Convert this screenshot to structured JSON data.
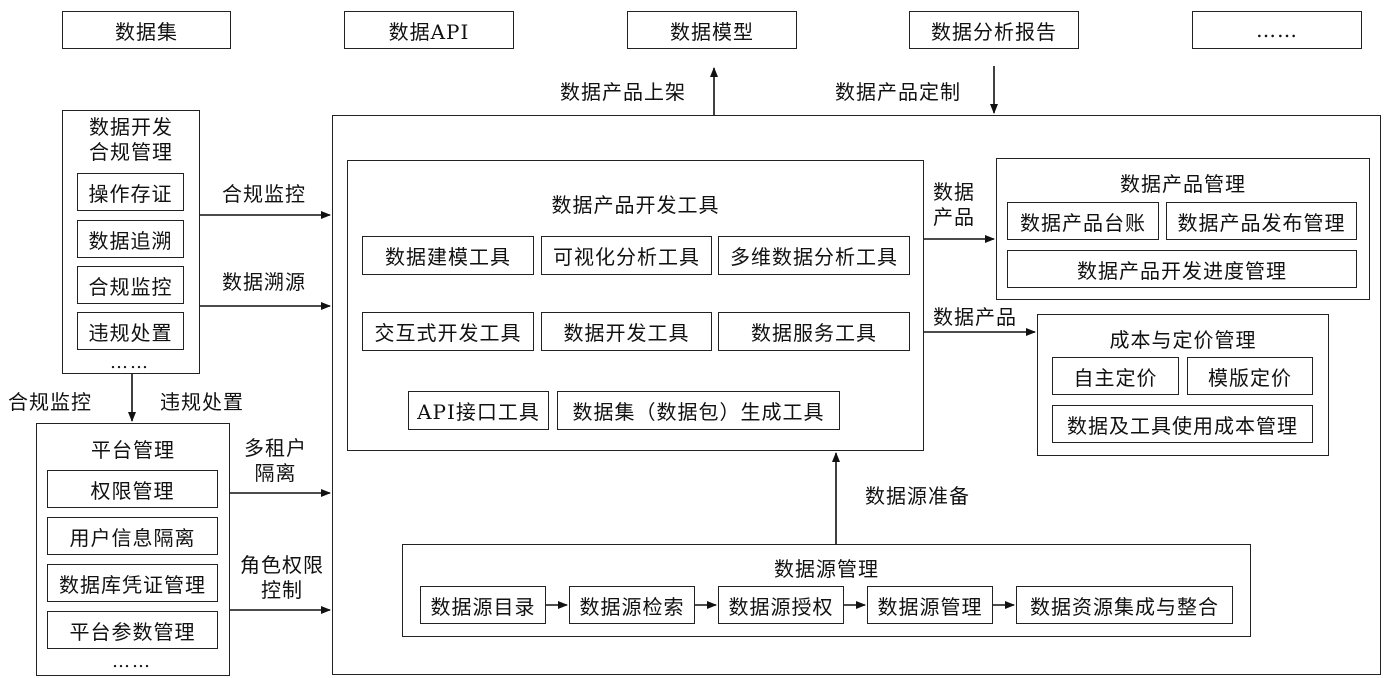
{
  "top_outputs": [
    "数据集",
    "数据API",
    "数据模型",
    "数据分析报告",
    "……"
  ],
  "arrow_labels": {
    "listing": "数据产品上架",
    "custom": "数据产品定制",
    "compliance_monitor": "合规监控",
    "data_trace": "数据溯源",
    "left_monitor": "合规监控",
    "left_violation": "违规处置",
    "multi_tenant": "多租户\n隔离",
    "role_perm": "角色权限\n控制",
    "product1": "数据\n产品",
    "product2": "数据产品",
    "source_prep": "数据源准备"
  },
  "compliance": {
    "title": "数据开发\n合规管理",
    "items": [
      "操作存证",
      "数据追溯",
      "合规监控",
      "违规处置"
    ],
    "more": "……"
  },
  "platform": {
    "title": "平台管理",
    "items": [
      "权限管理",
      "用户信息隔离",
      "数据库凭证管理",
      "平台参数管理"
    ],
    "more": "……"
  },
  "dev_tools": {
    "title": "数据产品开发工具",
    "row1": [
      "数据建模工具",
      "可视化分析工具",
      "多维数据分析工具"
    ],
    "row2": [
      "交互式开发工具",
      "数据开发工具",
      "数据服务工具"
    ],
    "row3": [
      "API接口工具",
      "数据集（数据包）生成工具"
    ]
  },
  "product_mgmt": {
    "title": "数据产品管理",
    "items": [
      "数据产品台账",
      "数据产品发布管理",
      "数据产品开发进度管理"
    ]
  },
  "cost_mgmt": {
    "title": "成本与定价管理",
    "items": [
      "自主定价",
      "模版定价",
      "数据及工具使用成本管理"
    ]
  },
  "source_mgmt": {
    "title": "数据源管理",
    "steps": [
      "数据源目录",
      "数据源检索",
      "数据源授权",
      "数据源管理",
      "数据资源集成与整合"
    ]
  }
}
